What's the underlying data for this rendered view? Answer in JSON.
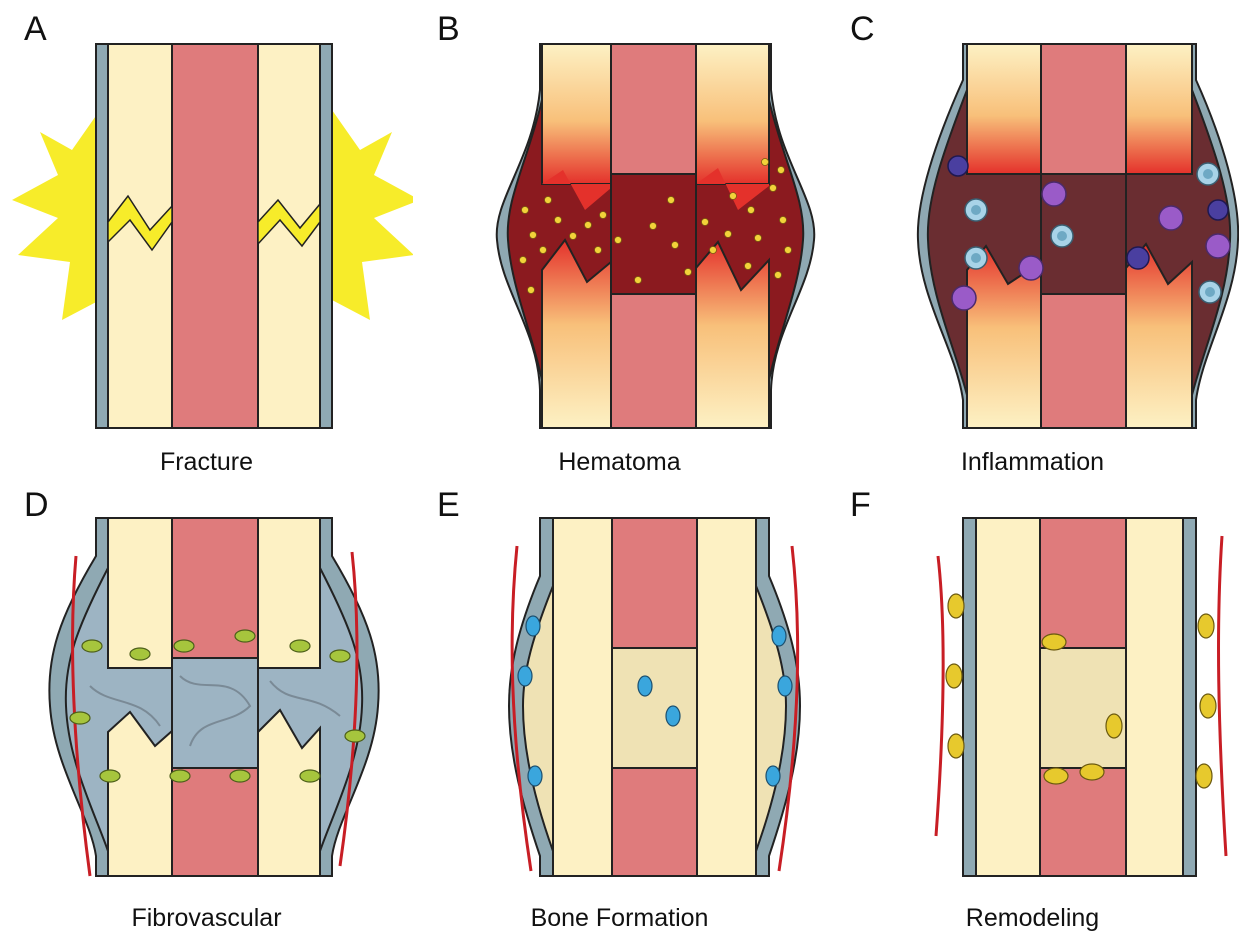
{
  "panels": [
    {
      "letter": "A",
      "caption": "Fracture"
    },
    {
      "letter": "B",
      "caption": "Hematoma"
    },
    {
      "letter": "C",
      "caption": "Inflammation"
    },
    {
      "letter": "D",
      "caption": "Fibrovascular"
    },
    {
      "letter": "E",
      "caption": "Bone Formation"
    },
    {
      "letter": "F",
      "caption": "Remodeling"
    }
  ],
  "colors": {
    "cortical_bone": "#fdf1c4",
    "marrow": "#df7b7c",
    "periosteum": "#8fa9b3",
    "hematoma": "#8b1a1f",
    "platelet": "#f2d23a",
    "inflamed_tissue": "#6a2d31",
    "neutrophil": "#9a5bc8",
    "monocyte": "#a8d3e8",
    "fibrovascular_tissue": "#9db4c3",
    "fibroblast": "#a6c53d",
    "vessel": "#c81e25",
    "osteoblast": "#3aa6dd",
    "woven_bone": "#efe2b4",
    "osteoclast": "#e7c92d",
    "impact": "#f7ec2a"
  },
  "icons": [
    "impact-burst-icon",
    "platelet-icon",
    "neutrophil-icon",
    "monocyte-icon",
    "fibroblast-icon",
    "blood-vessel-icon",
    "osteoblast-icon",
    "osteoclast-icon"
  ]
}
